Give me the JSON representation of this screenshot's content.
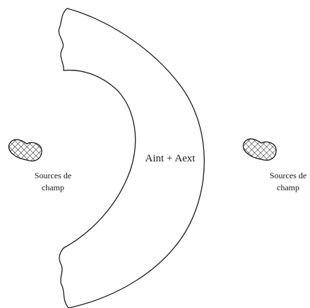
{
  "diagram": {
    "region_label": "Aint + Aext",
    "source_left": {
      "line1": "Sources de",
      "line2": "champ"
    },
    "source_right": {
      "line1": "Sources de",
      "line2": "champ"
    },
    "colors": {
      "stroke": "#1a1a1a",
      "background": "#ffffff"
    }
  }
}
